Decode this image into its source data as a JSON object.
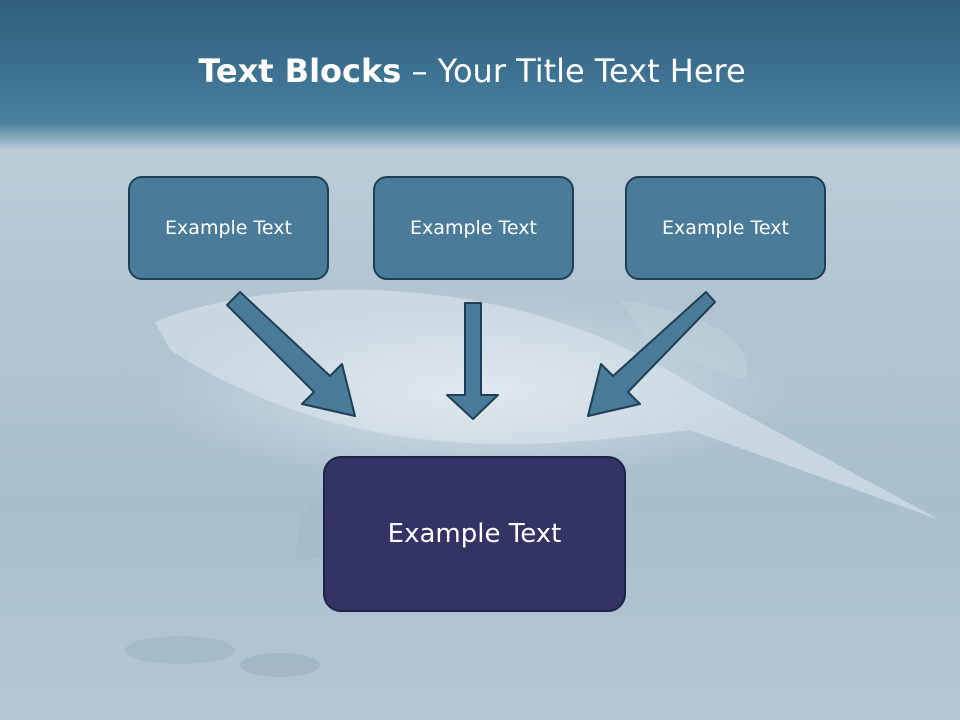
{
  "slide": {
    "title_bold": "Text Blocks",
    "title_sep": " – ",
    "title_rest": "Your Title Text Here"
  },
  "boxes": {
    "top_left": "Example Text",
    "top_center": "Example Text",
    "top_right": "Example Text",
    "bottom": "Example Text"
  },
  "colors": {
    "header": "#3c7090",
    "small_box_fill": "#4a7c99",
    "big_box_fill": "#333366",
    "arrow_fill": "#4a7c99",
    "outline": "#1e3f55"
  },
  "icons": {
    "arrow_left": "diagonal-down-right-arrow",
    "arrow_center": "down-arrow",
    "arrow_right": "diagonal-down-left-arrow"
  }
}
